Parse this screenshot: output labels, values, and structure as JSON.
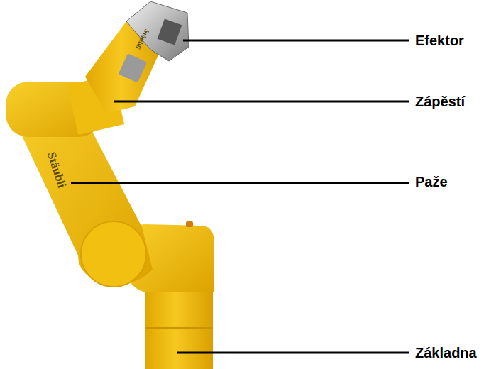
{
  "diagram": {
    "labels": [
      "Efektor",
      "Zápěstí",
      "Paže",
      "Základna",
      "Stäubli",
      "Stäubli"
    ]
  }
}
